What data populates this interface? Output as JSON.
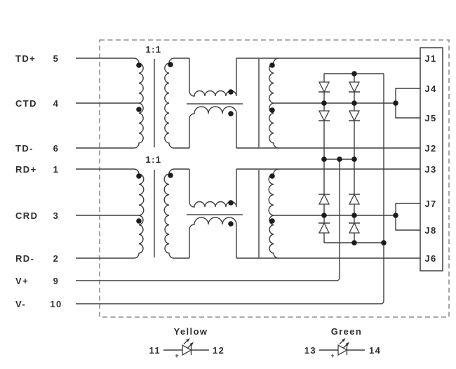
{
  "schematic": {
    "colors": {
      "line": "#3f3f3f",
      "dashed_border": "#8f8f8f",
      "background": "#ffffff"
    },
    "left_pins": [
      {
        "label": "TD+",
        "number": "5"
      },
      {
        "label": "CTD",
        "number": "4"
      },
      {
        "label": "TD-",
        "number": "6"
      },
      {
        "label": "RD+",
        "number": "1"
      },
      {
        "label": "CRD",
        "number": "3"
      },
      {
        "label": "RD-",
        "number": "2"
      },
      {
        "label": "V+",
        "number": "9"
      },
      {
        "label": "V-",
        "number": "10"
      }
    ],
    "connector_pins": [
      "J1",
      "J4",
      "J5",
      "J2",
      "J3",
      "J7",
      "J8",
      "J6"
    ],
    "transformers": {
      "top_ratio": "1:1",
      "bottom_ratio": "1:1"
    },
    "leds": [
      {
        "name": "Yellow",
        "left_pin": "11",
        "right_pin": "12",
        "polarity": "+"
      },
      {
        "name": "Green",
        "left_pin": "13",
        "right_pin": "14",
        "polarity": "+"
      }
    ]
  }
}
